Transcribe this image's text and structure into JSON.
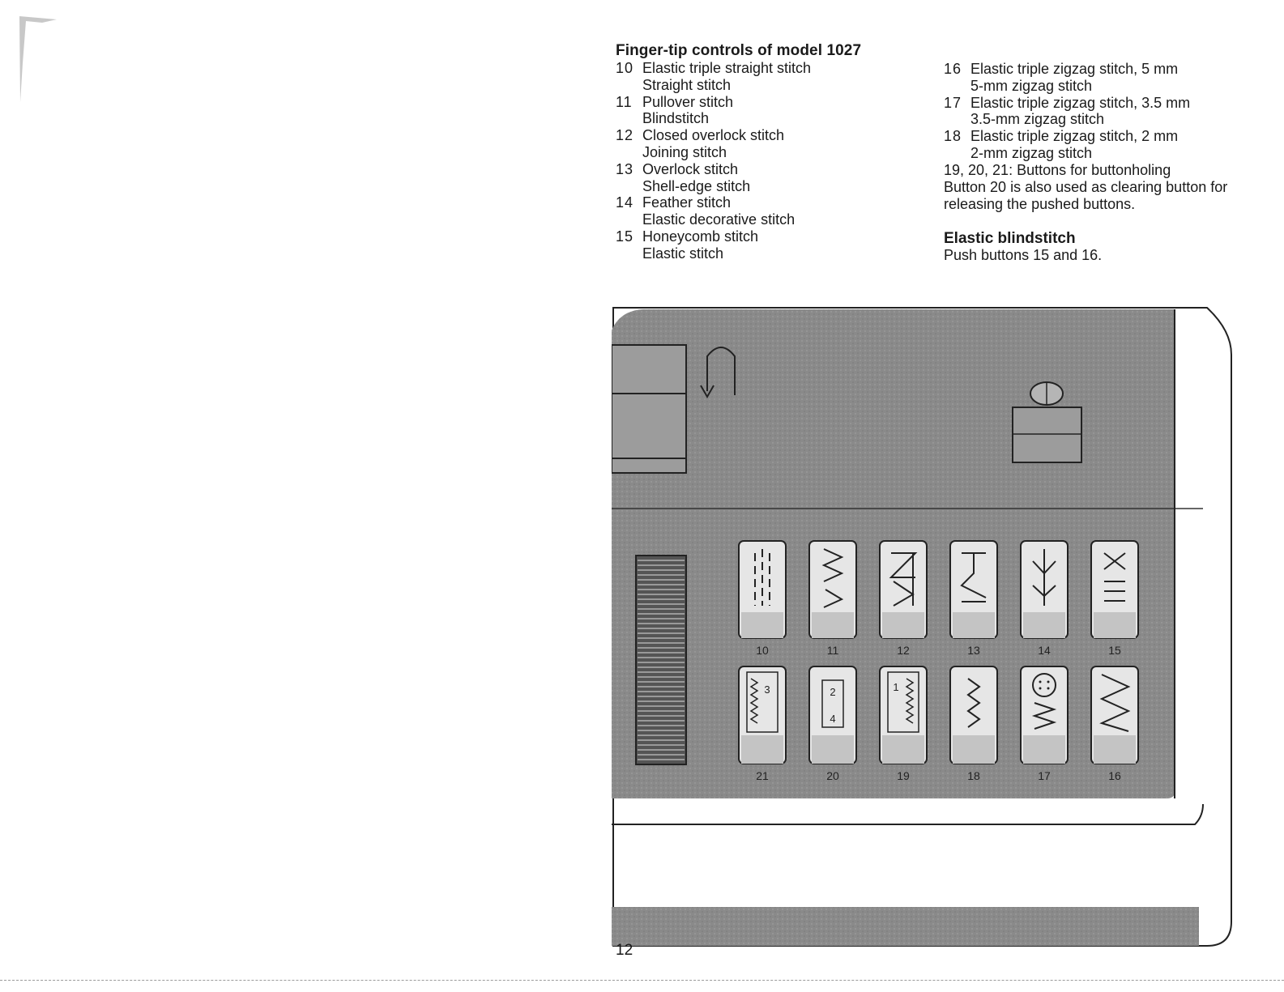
{
  "page": {
    "heading": "Finger-tip controls of model 1027",
    "left_items": [
      {
        "num": "10",
        "label": "Elastic triple straight stitch",
        "sub": "Straight stitch"
      },
      {
        "num": "11",
        "label": "Pullover stitch",
        "sub": "Blindstitch"
      },
      {
        "num": "12",
        "label": "Closed overlock stitch",
        "sub": "Joining stitch"
      },
      {
        "num": "13",
        "label": "Overlock stitch",
        "sub": "Shell-edge stitch"
      },
      {
        "num": "14",
        "label": "Feather stitch",
        "sub": "Elastic decorative stitch"
      },
      {
        "num": "15",
        "label": "Honeycomb stitch",
        "sub": "Elastic stitch"
      }
    ],
    "right_items": [
      {
        "num": "16",
        "label": "Elastic triple zigzag stitch, 5 mm",
        "sub": "5-mm zigzag stitch"
      },
      {
        "num": "17",
        "label": "Elastic triple zigzag stitch, 3.5 mm",
        "sub": "3.5-mm zigzag stitch"
      },
      {
        "num": "18",
        "label": "Elastic triple zigzag stitch, 2 mm",
        "sub": "2-mm zigzag stitch"
      }
    ],
    "buttons_line": "19, 20, 21: Buttons for buttonholing",
    "clearing_note": "Button 20 is also used as clearing button for releasing the pushed buttons.",
    "subheading": "Elastic blindstitch",
    "subheading_text": "Push buttons 15 and 16.",
    "page_number": "12"
  },
  "illustration": {
    "top_row": [
      "10",
      "11",
      "12",
      "13",
      "14",
      "15"
    ],
    "bottom_row": [
      "21",
      "20",
      "19",
      "18",
      "17",
      "16"
    ],
    "button_20_digits": [
      "2",
      "4"
    ],
    "button_19_digit": "1",
    "button_21_digit": "3",
    "colors": {
      "panel": "#8a8a8a",
      "button_top": "#e6e6e6",
      "button_bottom": "#c4c4c4",
      "outline": "#222222"
    }
  }
}
